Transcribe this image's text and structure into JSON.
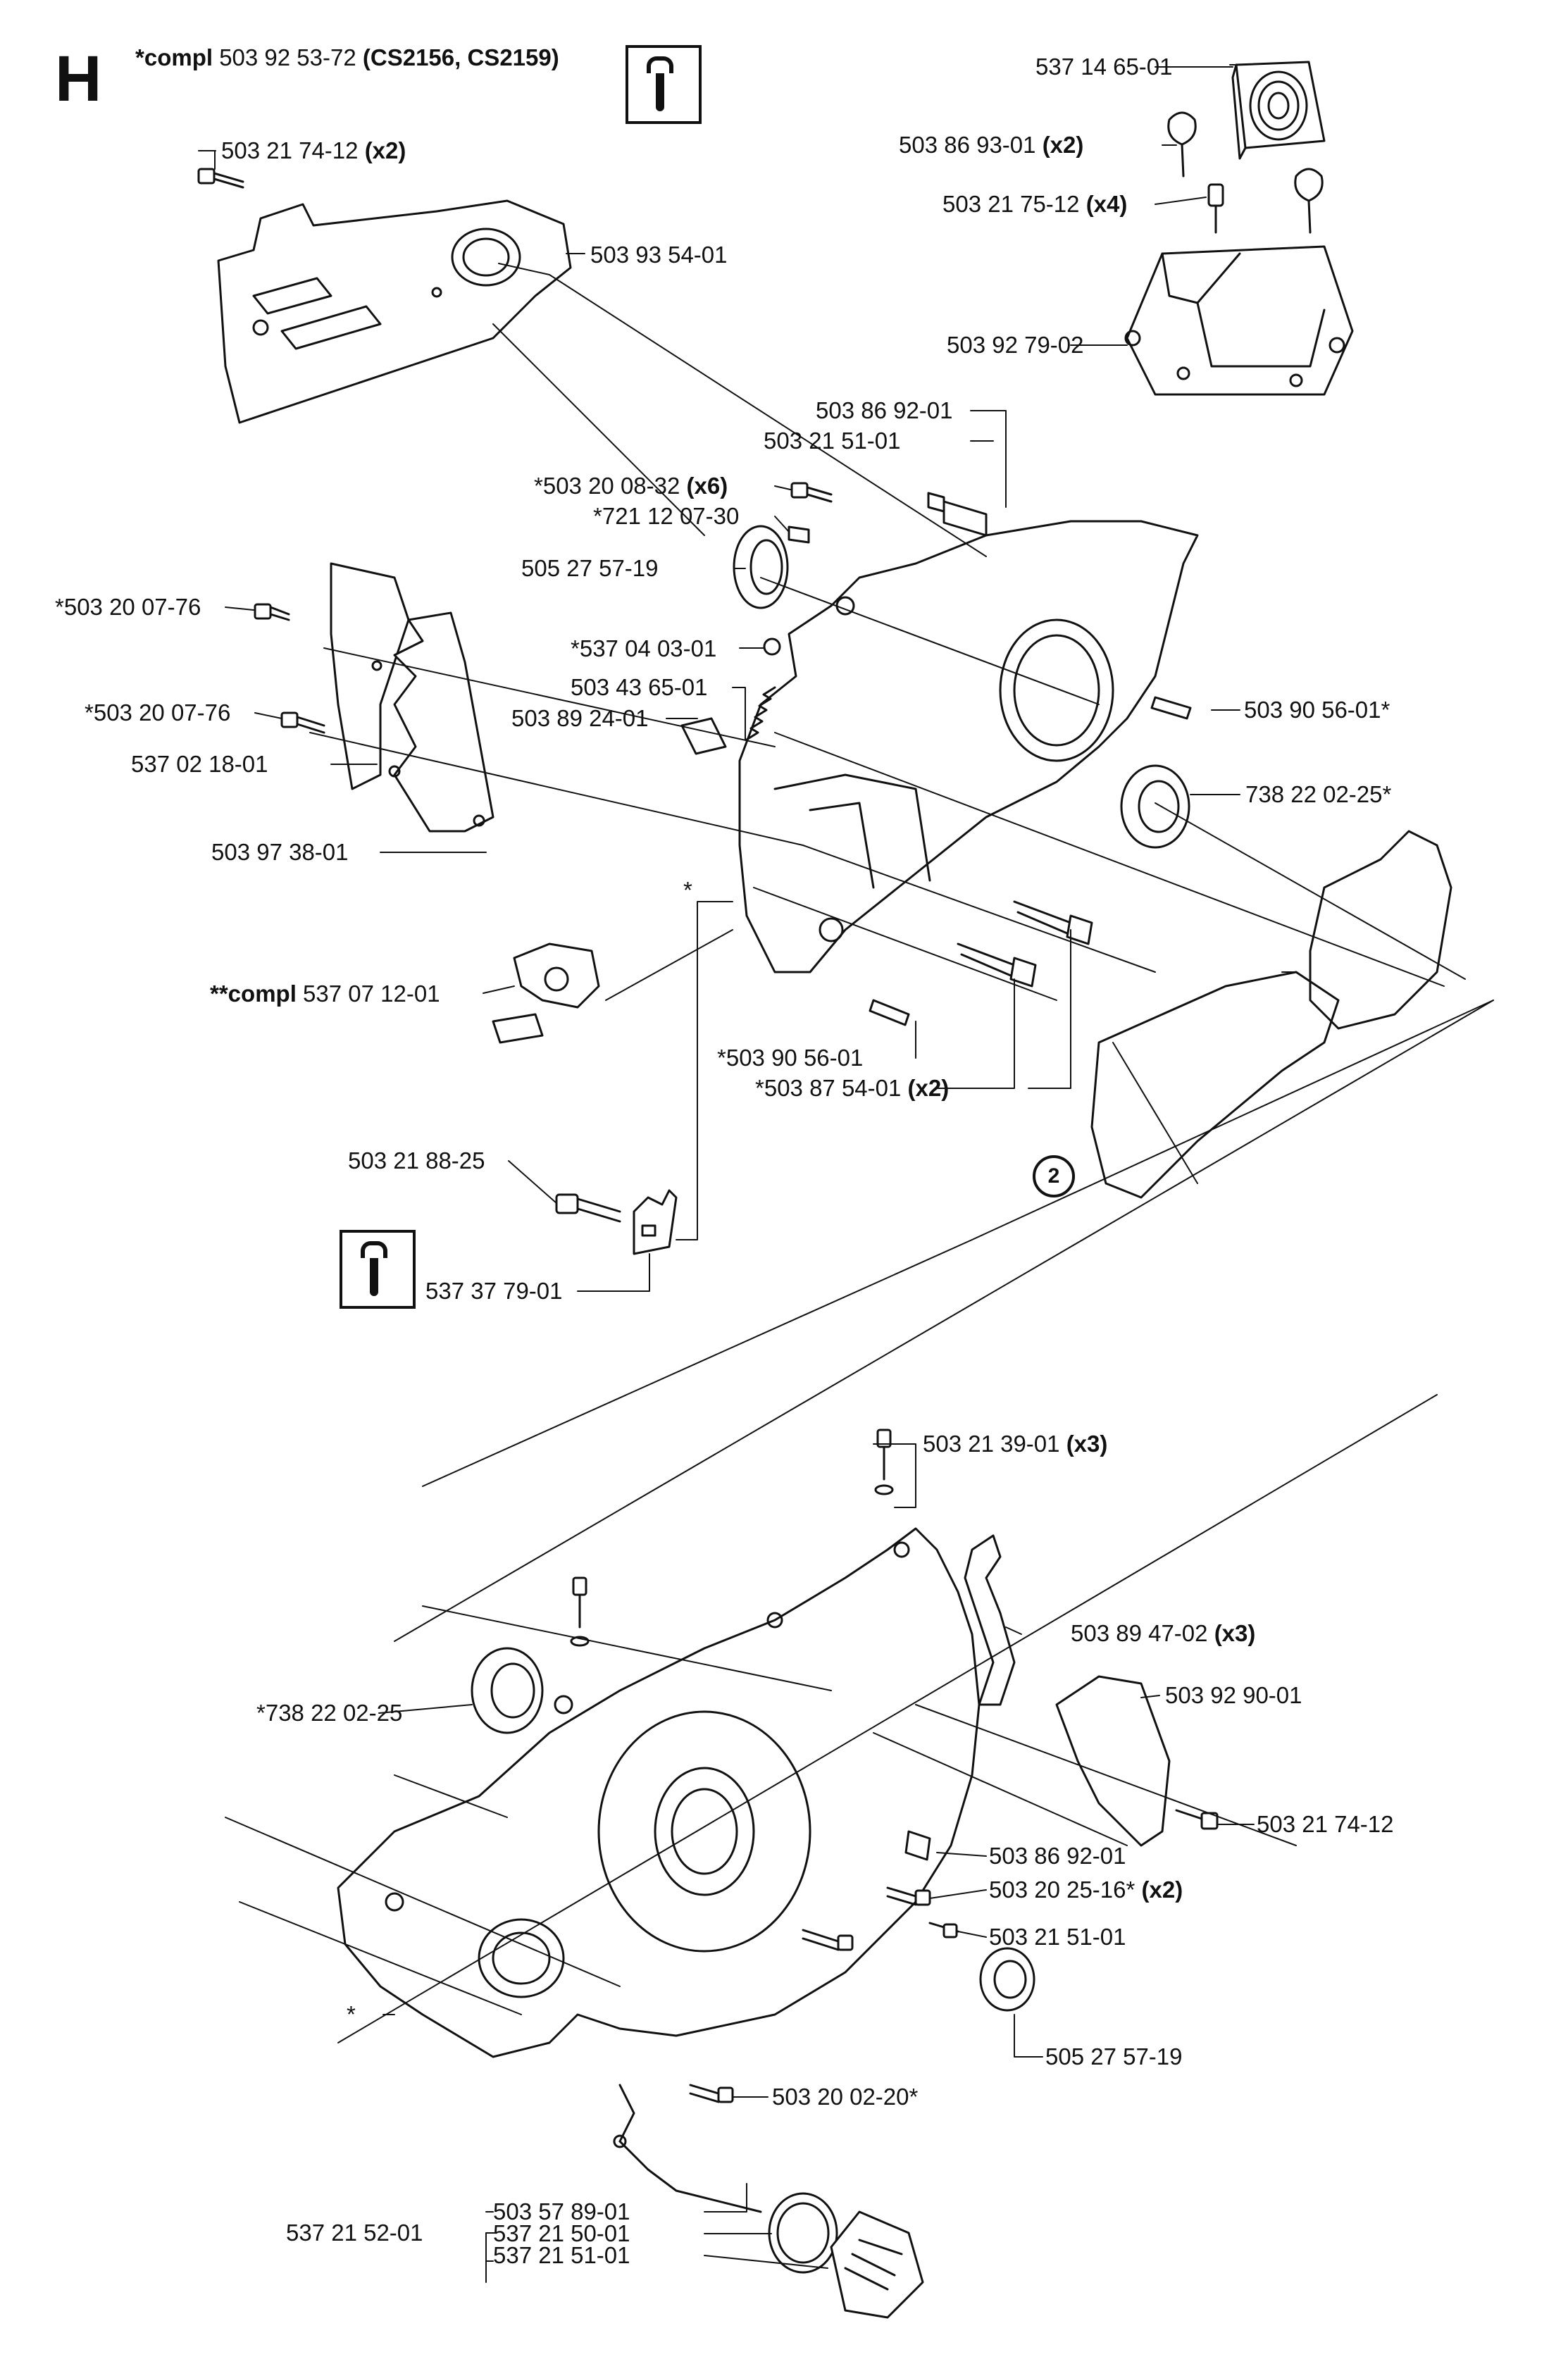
{
  "section_letter": "H",
  "header": {
    "prefix": "*compl",
    "number": "503 92 53-72",
    "models": "(CS2156, CS2159)"
  },
  "callout_number": "2",
  "parts": {
    "p1": {
      "num": "537 14 65-01"
    },
    "p2": {
      "num": "503 86 93-01",
      "qty": "(x2)"
    },
    "p3": {
      "num": "503 21 75-12",
      "qty": "(x4)"
    },
    "p4": {
      "num": "503 92 79-02"
    },
    "p5": {
      "num": "503 21 74-12",
      "qty": "(x2)"
    },
    "p6": {
      "num": "503 93 54-01"
    },
    "p7": {
      "num": "503 86 92-01"
    },
    "p8": {
      "num": "503 21 51-01"
    },
    "p9": {
      "num": "*503 20 08-32",
      "qty": "(x6)"
    },
    "p10": {
      "num": "*721 12 07-30"
    },
    "p11": {
      "num": "505 27 57-19"
    },
    "p12": {
      "num": "*503 20 07-76"
    },
    "p13": {
      "num": "*537 04 03-01"
    },
    "p14": {
      "num": "503 43 65-01"
    },
    "p15": {
      "num": "503 89 24-01"
    },
    "p16": {
      "num": "*503 20 07-76"
    },
    "p17": {
      "num": "537 02 18-01"
    },
    "p18": {
      "num": "503 90 56-01*"
    },
    "p19": {
      "num": "738 22 02-25*"
    },
    "p20": {
      "num": "503 97 38-01"
    },
    "p21": {
      "num": "*"
    },
    "p22": {
      "prefix": "**compl",
      "num": "537 07 12-01"
    },
    "p23": {
      "num": "*503 90 56-01"
    },
    "p24": {
      "num": "*503 87 54-01",
      "qty": "(x2)"
    },
    "p25": {
      "num": "503 21 88-25"
    },
    "p26": {
      "num": "537 37 79-01"
    },
    "p27": {
      "num": "503 21 39-01",
      "qty": "(x3)"
    },
    "p28": {
      "num": "503 89 47-02",
      "qty": "(x3)"
    },
    "p29": {
      "num": "*738 22 02-25"
    },
    "p30": {
      "num": "503 92 90-01"
    },
    "p31": {
      "num": "503 21 74-12"
    },
    "p32": {
      "num": "503 86 92-01"
    },
    "p33": {
      "num": "503 20 25-16*",
      "qty": "(x2)"
    },
    "p34": {
      "num": "503 21 51-01"
    },
    "p35": {
      "num": "*"
    },
    "p36": {
      "num": "505 27 57-19"
    },
    "p37": {
      "num": "503 20 02-20*"
    },
    "p38": {
      "num": "537 21 52-01"
    },
    "p39": {
      "num": "503 57 89-01"
    },
    "p40": {
      "num": "537 21 50-01"
    },
    "p41": {
      "num": "537 21 51-01"
    }
  }
}
